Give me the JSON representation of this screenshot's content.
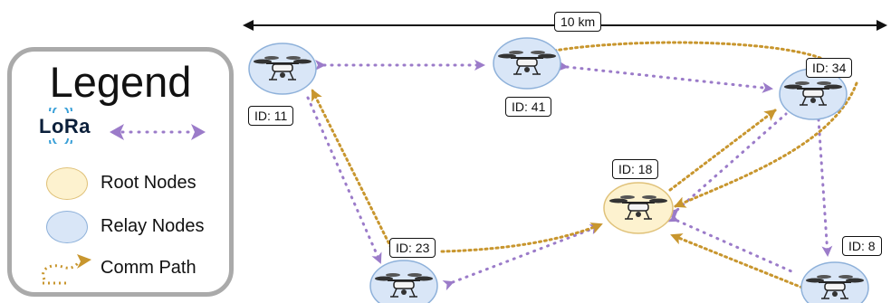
{
  "scale": {
    "label": "10 km"
  },
  "legend": {
    "title": "Legend",
    "lora": "LoRa",
    "items": [
      {
        "label": "Root Nodes",
        "color": "#fdf2cf",
        "border": "#e0c27a"
      },
      {
        "label": "Relay Nodes",
        "color": "#d9e6f7",
        "border": "#8eb1da"
      },
      {
        "label": "Comm Path",
        "color": "#c8962e"
      }
    ]
  },
  "colors": {
    "lora": "#9b7bc9",
    "comm": "#c8962e",
    "relay": "#d9e6f7",
    "root": "#fdf2cf"
  },
  "nodes": [
    {
      "id": "11",
      "label": "ID: 11",
      "type": "relay"
    },
    {
      "id": "41",
      "label": "ID: 41",
      "type": "relay"
    },
    {
      "id": "34",
      "label": "ID: 34",
      "type": "relay"
    },
    {
      "id": "18",
      "label": "ID: 18",
      "type": "root"
    },
    {
      "id": "23",
      "label": "ID: 23",
      "type": "relay"
    },
    {
      "id": "8",
      "label": "ID: 8",
      "type": "relay"
    }
  ],
  "lora_links": [
    [
      "11",
      "41"
    ],
    [
      "41",
      "34"
    ],
    [
      "11",
      "23"
    ],
    [
      "23",
      "18"
    ],
    [
      "18",
      "34"
    ],
    [
      "34",
      "8"
    ],
    [
      "18",
      "8"
    ]
  ],
  "comm_paths": [
    [
      "23",
      "11"
    ],
    [
      "23",
      "18"
    ],
    [
      "18",
      "34"
    ],
    [
      "34",
      "41"
    ],
    [
      "34",
      "18"
    ],
    [
      "8",
      "18"
    ]
  ]
}
